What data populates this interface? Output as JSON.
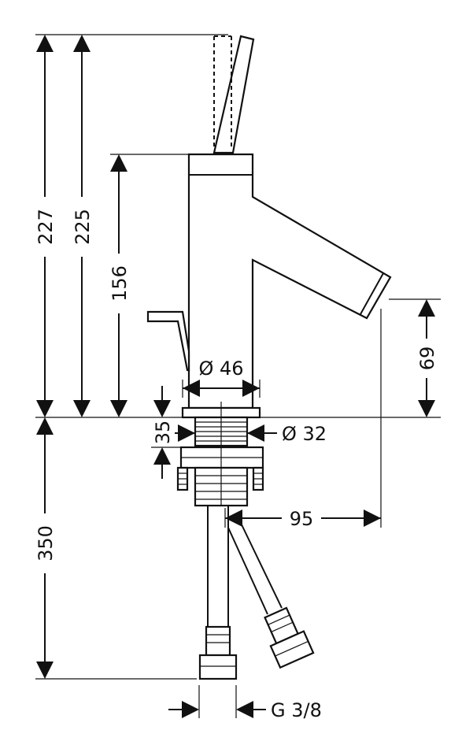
{
  "dimensions": {
    "total_height_227": "227",
    "height_225": "225",
    "height_156": "156",
    "below_deck_350": "350",
    "spout_height_69": "69",
    "body_diameter": "Ø 46",
    "hole_diameter": "Ø 32",
    "max_thickness_35": "35",
    "spout_projection_95": "95",
    "connection_thread": "G 3/8"
  }
}
